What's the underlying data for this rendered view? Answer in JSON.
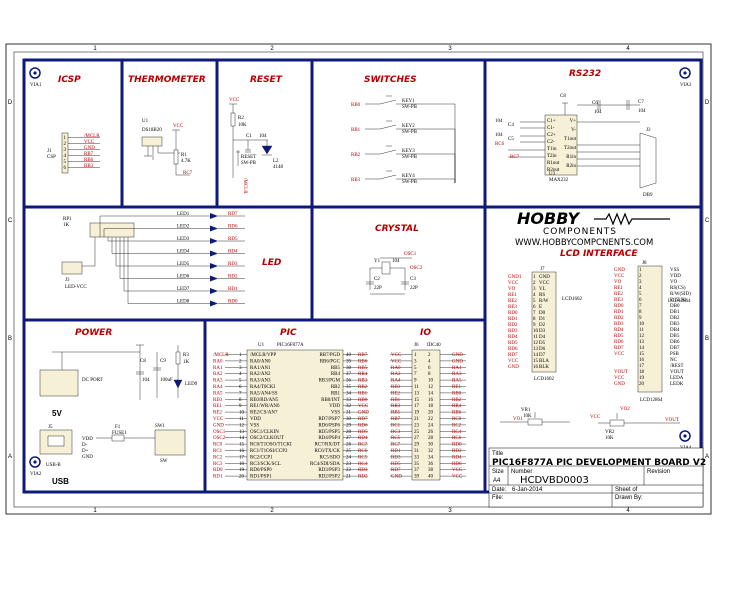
{
  "frame": {
    "cols": [
      "1",
      "2",
      "3",
      "4"
    ],
    "rows": [
      "D",
      "C",
      "B",
      "A"
    ],
    "via": [
      "VIA1",
      "VIA3",
      "VIA2",
      "VIA4"
    ]
  },
  "sections": {
    "icsp": "ICSP",
    "thermometer": "THERMOMETER",
    "reset": "RESET",
    "switches": "SWITCHES",
    "rs232": "RS232",
    "led": "LED",
    "crystal": "CRYSTAL",
    "lcd": "LCD INTERFACE",
    "power": "POWER",
    "pic": "PIC",
    "io": "IO"
  },
  "icsp": {
    "ref": "J1",
    "name": "CSP",
    "pins": [
      "/MCLR",
      "VCC",
      "GND",
      "RB7",
      "RB6",
      "RB3"
    ]
  },
  "thermo": {
    "ref": "U1",
    "part": "DS18B20",
    "r_ref": "R1",
    "r_val": "4.7K",
    "vcc": "VCC",
    "net": "RC7"
  },
  "reset": {
    "r": "R2",
    "r_val": "10K",
    "c": "C1",
    "c_val": "104",
    "sw": "RESET",
    "sw_type": "SW-PB",
    "led": "L2",
    "led_val": "4148",
    "net": "/MCLR",
    "vcc": "VCC"
  },
  "switches": {
    "items": [
      {
        "net": "RB0",
        "key": "KEY1",
        "type": "SW-PB"
      },
      {
        "net": "RB1",
        "key": "KEY2",
        "type": "SW-PB"
      },
      {
        "net": "RB2",
        "key": "KEY3",
        "type": "SW-PB"
      },
      {
        "net": "RB3",
        "key": "KEY4",
        "type": "SW-PB"
      }
    ]
  },
  "rs232": {
    "chip": "MAX232",
    "ref": "U3",
    "left_pins": [
      "C1+",
      "C1-",
      "C2+",
      "C2-",
      "T1in",
      "T2in",
      "R1out",
      "R2out"
    ],
    "right_pins": [
      "V+",
      "V-",
      "T1out",
      "T2out",
      "R1in",
      "R2in"
    ],
    "caps": [
      "C4",
      "C5",
      "C6",
      "C7",
      "C8"
    ],
    "cap_val": "104",
    "nets": [
      "RC6",
      "RC7"
    ],
    "conn": "J3",
    "conn_type": "DB9"
  },
  "logo": {
    "line1": "HOBBY",
    "line2": "COMPONENTS",
    "url": "WWW.HOBBYCOMPCNENTS.COM"
  },
  "led": {
    "rp": "RP1",
    "rp_val": "1K",
    "jumper": "J3",
    "jumper_name": "LED-VCC",
    "items": [
      {
        "led": "LED1",
        "net": "RD7"
      },
      {
        "led": "LED2",
        "net": "RD6"
      },
      {
        "led": "LED3",
        "net": "RD5"
      },
      {
        "led": "LED4",
        "net": "RD4"
      },
      {
        "led": "LED5",
        "net": "RD3"
      },
      {
        "led": "LED6",
        "net": "RD2"
      },
      {
        "led": "LED7",
        "net": "RD1"
      },
      {
        "led": "LED8",
        "net": "RD0"
      }
    ]
  },
  "crystal": {
    "y": "Y1",
    "val": "104",
    "c2": "C2",
    "c3": "C3",
    "cap": "22P",
    "osc1": "OSC1",
    "osc2": "OSC2"
  },
  "lcd1602": {
    "ref": "J7",
    "name": "LCD1602",
    "label": "LCD1602",
    "pins": [
      "GND",
      "VCC",
      "VL",
      "RS",
      "R/W",
      "E",
      "D0",
      "D1",
      "D2",
      "D3",
      "D4",
      "D5",
      "D6",
      "D7",
      "BLA",
      "BLK"
    ],
    "nets": [
      "GND1",
      "VCC",
      "VO",
      "RE1",
      "RE2",
      "RE3",
      "RD0",
      "RD1",
      "RD2",
      "RD3",
      "RD4",
      "RD5",
      "RD6",
      "RD7",
      "VCC",
      "GND"
    ]
  },
  "lcd12864": {
    "ref": "J8",
    "name": "LCD12864",
    "pins": [
      "VSS",
      "VDD",
      "VO",
      "RS(CS)",
      "R/W(SID)",
      "E(CLK)",
      "DB0",
      "DB1",
      "DB2",
      "DB3",
      "DB4",
      "DB5",
      "DB6",
      "DB7",
      "PSB",
      "NC",
      "/REST",
      "VOUT",
      "LEDA",
      "LEDK"
    ],
    "nets": [
      "GND",
      "VCC",
      "VO",
      "RE1",
      "RE2",
      "RE3",
      "RD0",
      "RD1",
      "RD2",
      "RD3",
      "RD4",
      "RD5",
      "RD6",
      "RD7",
      "VCC",
      "",
      "",
      "VOUT",
      "VCC",
      "GND"
    ]
  },
  "vr": {
    "vr1": "VR1",
    "vr1_val": "10K",
    "vr2": "VR2",
    "vr2_val": "10K",
    "vo1": "VO1",
    "vo2": "VO2",
    "vout": "VOUT",
    "vcc": "VCC"
  },
  "power": {
    "jack": "DC PORT",
    "volt": "5V",
    "usb": "USB",
    "usb_ref": "J5",
    "usb_type": "USB-B",
    "fuse": "F1",
    "fuse_name": "FUSE1",
    "sw": "SW1",
    "sw_name": "SW",
    "c8": "C8",
    "c8_val": "104",
    "c9": "C9",
    "c9_val": "100uF",
    "r3": "R3",
    "r3_val": "1K",
    "led": "LED9",
    "usb_pins": [
      "VDD",
      "D-",
      "D+",
      "GND"
    ]
  },
  "pic": {
    "ref": "U1",
    "part": "PIC16F877A",
    "left_pins": [
      "/MCLR/VPP",
      "RA0/AN0",
      "RA1/AN1",
      "RA2/AN2",
      "RA3/AN3",
      "RA4/T0CKI",
      "RA5/AN4/SS",
      "RE0/RD/AN5",
      "RE1/WR/AN6",
      "RE2/CS/AN7",
      "VDD",
      "VSS",
      "OSC1/CLKIN",
      "OSC2/CLKOUT",
      "RC0/T1OSO/T1CKI",
      "RC1/T1OSI/CCP2",
      "RC2/CCP1",
      "RC3/SCK/SCL",
      "RD0/PSP0",
      "RD1/PSP1"
    ],
    "left_nets": [
      "/MCLR",
      "RA0",
      "RA1",
      "RA2",
      "RA3",
      "RA4",
      "RA5",
      "RE0",
      "RE1",
      "RE2",
      "VCC",
      "GND",
      "OSC1",
      "OSC2",
      "RC0",
      "RC1",
      "RC2",
      "RC3",
      "RD0",
      "RD1"
    ],
    "right_pins": [
      "RB7/PGD",
      "RB6/PGC",
      "RB5",
      "RB4",
      "RB3/PGM",
      "RB2",
      "RB1",
      "RB0/INT",
      "VDD",
      "VSS",
      "RD7/PSP7",
      "RD6/PSP6",
      "RD5/PSP5",
      "RD4/PSP4",
      "RC7/RX/DT",
      "RC6/TX/CK",
      "RC5/SDO",
      "RC4/SDI/SDA",
      "RD3/PSP3",
      "RD2/PSP2"
    ],
    "right_nets": [
      "RB7",
      "RB6",
      "RB5",
      "RB4",
      "RB3",
      "RB2",
      "RB1",
      "RB0",
      "VCC",
      "GND",
      "RD7",
      "RD6",
      "RD5",
      "RD4",
      "RC7",
      "RC6",
      "RC5",
      "RC4",
      "RD3",
      "RD2"
    ]
  },
  "io": {
    "ref": "J6",
    "name": "IDC40",
    "left": [
      "VCC",
      "VCC",
      "RA0",
      "RA2",
      "RA4",
      "RE0",
      "RE2",
      "RB1",
      "RB3",
      "RB5",
      "RB7",
      "RC1",
      "RC3",
      "RC5",
      "RC7",
      "RD1",
      "RD3",
      "RD5",
      "RD7",
      "GND"
    ],
    "right": [
      "GND",
      "GND",
      "RA1",
      "RA3",
      "RA5",
      "RE1",
      "RB0",
      "RB2",
      "RB4",
      "RB6",
      "RC0",
      "RC2",
      "RC4",
      "RC6",
      "RD0",
      "RD2",
      "RD4",
      "RD6",
      "VCC",
      "VCC"
    ]
  },
  "titleblock": {
    "title_label": "Title",
    "title": "PIC16F877A PIC DEVELOPMENT BOARD V2",
    "size_label": "Size",
    "number_label": "Number",
    "revision_label": "Revision",
    "size": "A4",
    "number": "HCDVBD0003",
    "date_label": "Date:",
    "date": "6-Jan-2014",
    "sheet_label": "Sheet of",
    "file_label": "File:",
    "drawn_label": "Drawn By:"
  },
  "colors": {
    "border": "#0d1a7a",
    "title": "#b30000",
    "net": "#b00000",
    "wire": "#1a1a1a"
  }
}
